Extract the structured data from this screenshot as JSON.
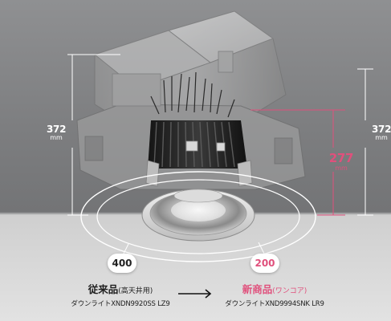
{
  "dimensions": {
    "left_height": {
      "value": "372",
      "unit": "mm"
    },
    "right_height": {
      "value": "372",
      "unit": "mm"
    },
    "new_height": {
      "value": "277",
      "unit": "mm"
    }
  },
  "cutouts": {
    "old": "400",
    "new": "200"
  },
  "old_product": {
    "title": "従来品",
    "subtitle": "(高天井用)",
    "model": "ダウンライトXNDN9920SS LZ9"
  },
  "new_product": {
    "title": "新商品",
    "subtitle": "(ワンコア)",
    "model": "ダウンライトXND9994SNK LR9"
  },
  "colors": {
    "accent": "#e0507c",
    "ceiling": "#7d7e80",
    "floor": "#e2e2e2"
  }
}
